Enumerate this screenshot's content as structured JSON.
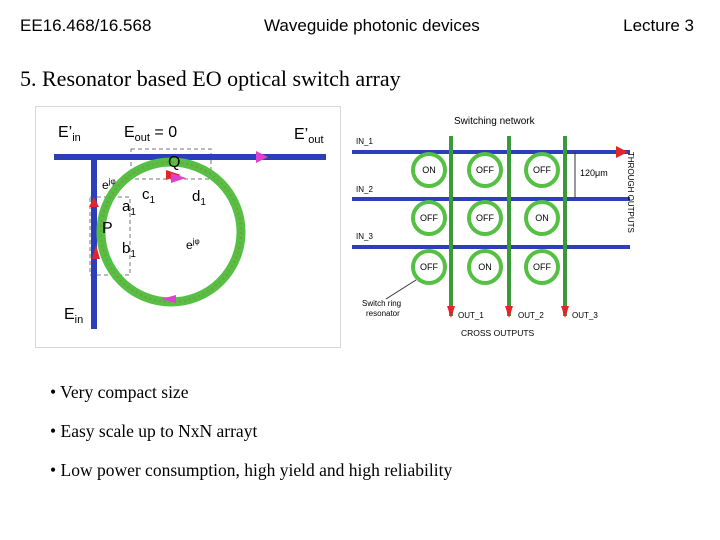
{
  "header": {
    "course": "EE16.468/16.568",
    "topic": "Waveguide photonic devices",
    "lecture": "Lecture 3"
  },
  "title": "5. Resonator based EO optical switch array",
  "ring_figure": {
    "e_in_prime": "E’",
    "in_sub": "in",
    "e_out": "E",
    "out_sub": "out",
    "eq_zero": " = 0",
    "e_out_prime": "E’",
    "e_in": "E",
    "q": "Q",
    "p": "P",
    "a1": "a",
    "b1": "b",
    "c1": "c",
    "d1": "d",
    "one": "1",
    "phase": "e",
    "phase_sup": "jφ"
  },
  "switch_figure": {
    "title": "Switching network",
    "inputs": [
      "IN_1",
      "IN_2",
      "IN_3"
    ],
    "outputs": [
      "OUT_1",
      "OUT_2",
      "OUT_3"
    ],
    "grid": [
      [
        "ON",
        "OFF",
        "OFF"
      ],
      [
        "OFF",
        "OFF",
        "ON"
      ],
      [
        "OFF",
        "ON",
        "OFF"
      ]
    ],
    "pitch": "120μm",
    "through_label": "THROUGH OUTPUTS",
    "cross_label": "CROSS OUTPUTS",
    "ring_label_1": "Switch ring",
    "ring_label_2": "resonator",
    "colors": {
      "waveguide_h": "#2a3fb8",
      "waveguide_v": "#3a9a3a",
      "ring": "#55c044",
      "arrow": "#e3242b",
      "pink": "#e040d0"
    }
  },
  "bullets": [
    "• Very compact size",
    "• Easy scale up to NxN arrayt",
    "• Low power consumption, high yield and high reliability"
  ]
}
